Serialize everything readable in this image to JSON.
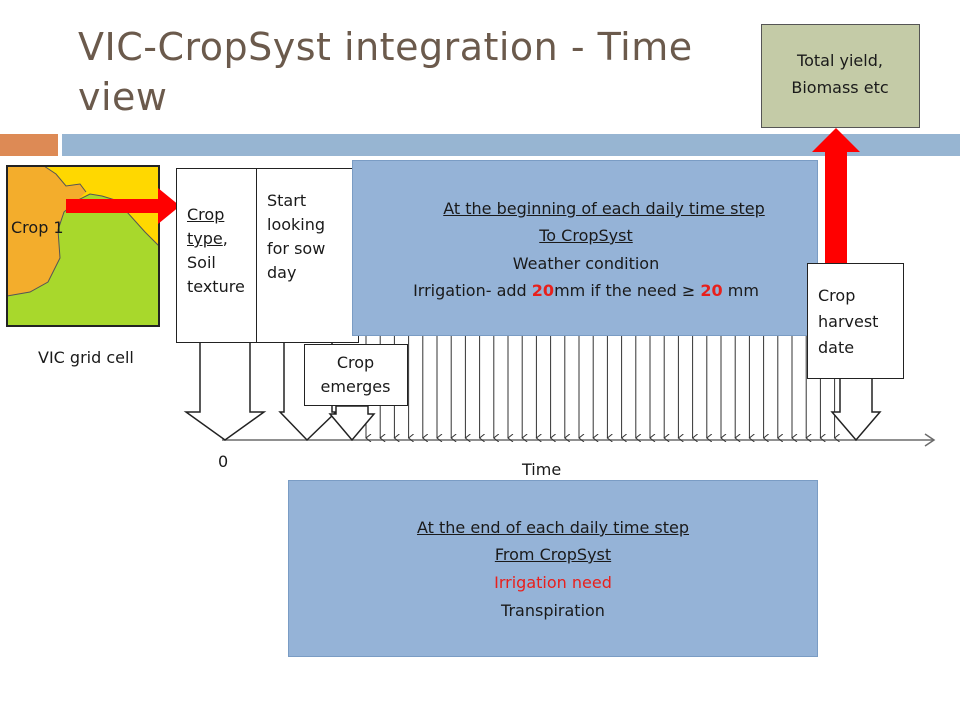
{
  "title": "VIC-CropSyst integration - Time view",
  "grid_cell": {
    "crop_label": "Crop 1",
    "caption": "VIC grid cell"
  },
  "boxes": {
    "crop_type": {
      "line1": "Crop",
      "line2": "type",
      "line2_suffix": ",",
      "line3": "Soil",
      "line4": "texture"
    },
    "sow_day": {
      "line1": "Start",
      "line2": "looking",
      "line3": "for sow",
      "line4": "day"
    },
    "emerges": {
      "line1": "Crop",
      "line2": "emerges"
    },
    "harvest": {
      "line1": "Crop",
      "line2": "harvest",
      "line3": "date"
    },
    "yield": {
      "line1": "Total yield,",
      "line2": "Biomass etc"
    }
  },
  "begin_panel": {
    "heading": "At the beginning of each daily time step",
    "sub": "To CropSyst",
    "line1": "Weather condition",
    "irr_a": "Irrigation- add ",
    "irr_b": "20",
    "irr_c": "mm if the need ≥ ",
    "irr_d": "20",
    "irr_e": " mm"
  },
  "end_panel": {
    "heading": "At the end of each daily time step",
    "sub": "From CropSyst",
    "line1": "Irrigation need",
    "line2": "Transpiration"
  },
  "axis": {
    "origin_label": "0",
    "time_label": "Time"
  },
  "colors": {
    "panel_blue": "#95b3d7",
    "title_brown": "#6b5a4c",
    "accent_orange": "#dd8a55",
    "band_blue": "#97b5d2",
    "arrow_red": "#ff0000",
    "yield_box": "#c4cba7",
    "crop_yellow": "#ffd800",
    "crop_orange": "#f3ad2c",
    "crop_green": "#a8d82c"
  }
}
